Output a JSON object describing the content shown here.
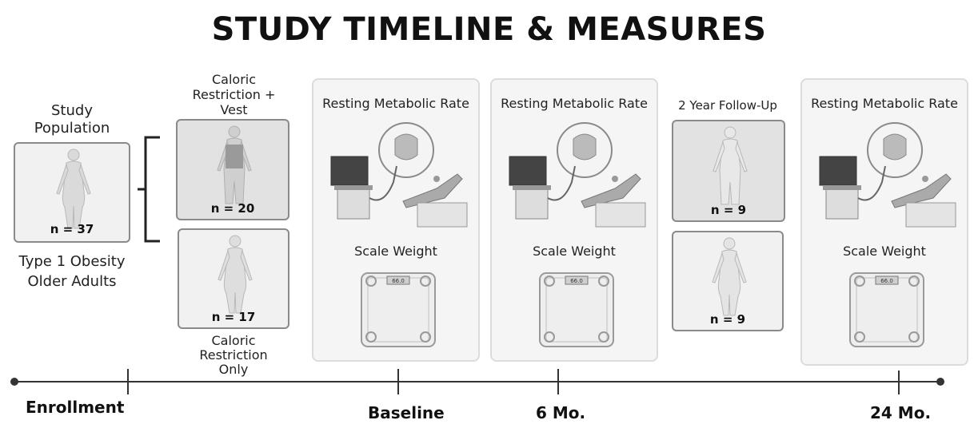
{
  "title": "STUDY TIMELINE & MEASURES",
  "population": {
    "heading": "Study Population",
    "n": "n = 37",
    "desc_line1": "Type 1 Obesity",
    "desc_line2": "Older Adults"
  },
  "groups": {
    "vest_label_line1": "Caloric",
    "vest_label_line2": "Restriction +",
    "vest_label_line3": "Vest",
    "vest_n": "n = 20",
    "only_n": "n = 17",
    "only_label_line1": "Caloric",
    "only_label_line2": "Restriction",
    "only_label_line3": "Only"
  },
  "measures": {
    "rmr": "Resting Metabolic Rate",
    "weight": "Scale Weight",
    "scale_display": "66.0"
  },
  "followup": {
    "heading": "2 Year Follow-Up",
    "n_top": "n = 9",
    "n_bottom": "n = 9"
  },
  "timeline": {
    "enrollment": "Enrollment",
    "baseline": "Baseline",
    "six_mo": "6 Mo.",
    "twentyfour_mo": "24 Mo."
  }
}
